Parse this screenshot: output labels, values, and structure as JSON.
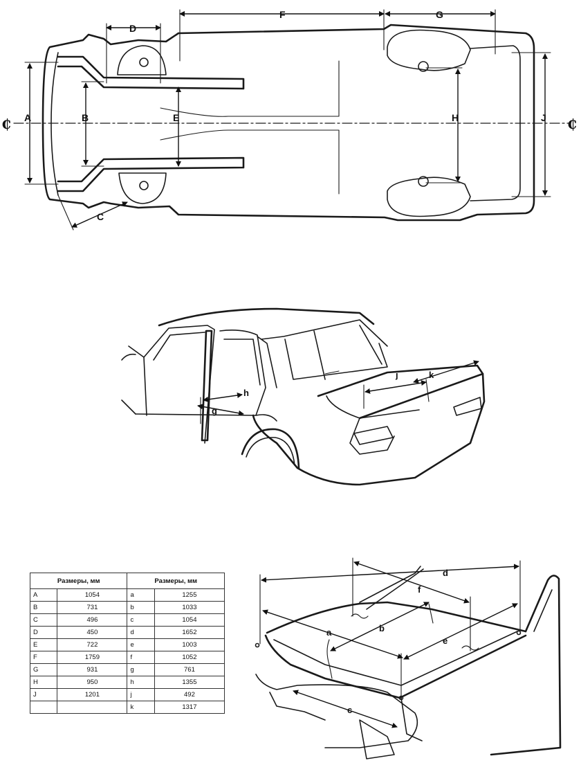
{
  "top_view": {
    "labels": {
      "A": "A",
      "B": "B",
      "C": "C",
      "D": "D",
      "E": "E",
      "F": "F",
      "G": "G",
      "H": "H",
      "J": "J"
    },
    "centerline_left": "₵",
    "centerline_right": "₵"
  },
  "side_view": {
    "labels": {
      "g": "g",
      "h": "h",
      "j": "j",
      "k": "k"
    }
  },
  "trunk_view": {
    "labels": {
      "a": "a",
      "b": "b",
      "c": "c",
      "d": "d",
      "e": "e",
      "f": "f"
    }
  },
  "table": {
    "header_left": "Размеры, мм",
    "header_right": "Размеры, мм",
    "rows": [
      {
        "k1": "A",
        "v1": "1054",
        "k2": "a",
        "v2": "1255"
      },
      {
        "k1": "B",
        "v1": "731",
        "k2": "b",
        "v2": "1033"
      },
      {
        "k1": "C",
        "v1": "496",
        "k2": "c",
        "v2": "1054"
      },
      {
        "k1": "D",
        "v1": "450",
        "k2": "d",
        "v2": "1652"
      },
      {
        "k1": "E",
        "v1": "722",
        "k2": "e",
        "v2": "1003"
      },
      {
        "k1": "F",
        "v1": "1759",
        "k2": "f",
        "v2": "1052"
      },
      {
        "k1": "G",
        "v1": "931",
        "k2": "g",
        "v2": "761"
      },
      {
        "k1": "H",
        "v1": "950",
        "k2": "h",
        "v2": "1355"
      },
      {
        "k1": "J",
        "v1": "1201",
        "k2": "j",
        "v2": "492"
      },
      {
        "k1": "",
        "v1": "",
        "k2": "k",
        "v2": "1317"
      }
    ]
  }
}
